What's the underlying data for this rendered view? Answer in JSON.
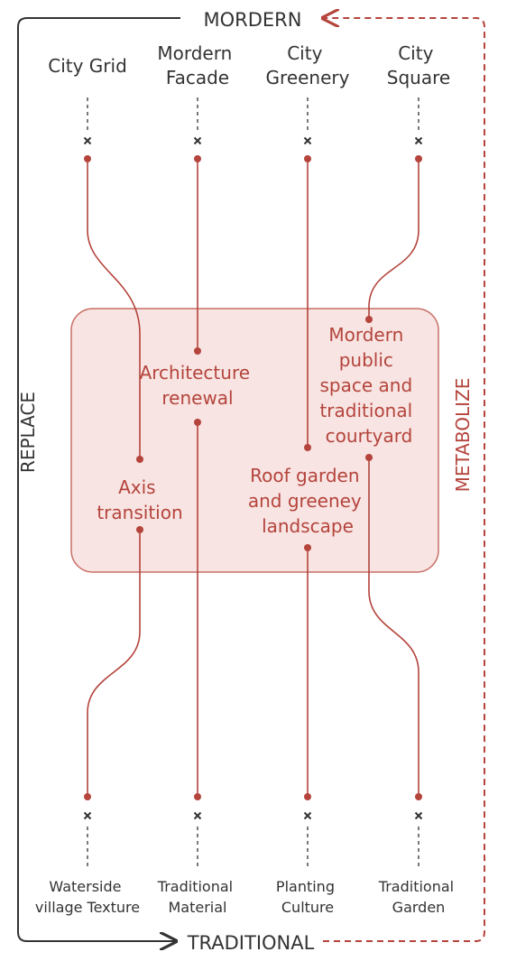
{
  "frame": {
    "top_label": "MORDERN",
    "bottom_label": "TRADITIONAL",
    "left_label": "REPLACE",
    "right_label": "METABOLIZE"
  },
  "modern_items": [
    {
      "line1": "City Grid",
      "line2": ""
    },
    {
      "line1": "Mordern",
      "line2": "Facade"
    },
    {
      "line1": "City",
      "line2": "Greenery"
    },
    {
      "line1": "City",
      "line2": "Square"
    }
  ],
  "traditional_items": [
    {
      "line1": "Waterside",
      "line2": "village Texture"
    },
    {
      "line1": "Traditional",
      "line2": "Material"
    },
    {
      "line1": "Planting",
      "line2": "Culture"
    },
    {
      "line1": "Traditional",
      "line2": "Garden"
    }
  ],
  "outcomes": [
    {
      "lines": [
        "Axis",
        "transition"
      ]
    },
    {
      "lines": [
        "Architecture",
        "renewal"
      ]
    },
    {
      "lines": [
        "Roof garden",
        "and greeney",
        "landscape"
      ]
    },
    {
      "lines": [
        "Mordern",
        "public",
        "space and",
        "traditional",
        "courtyard"
      ]
    }
  ],
  "colors": {
    "accent": "#b4443c",
    "box_fill": "#f8e4e2",
    "box_stroke": "#c96e66",
    "text": "#333333"
  }
}
